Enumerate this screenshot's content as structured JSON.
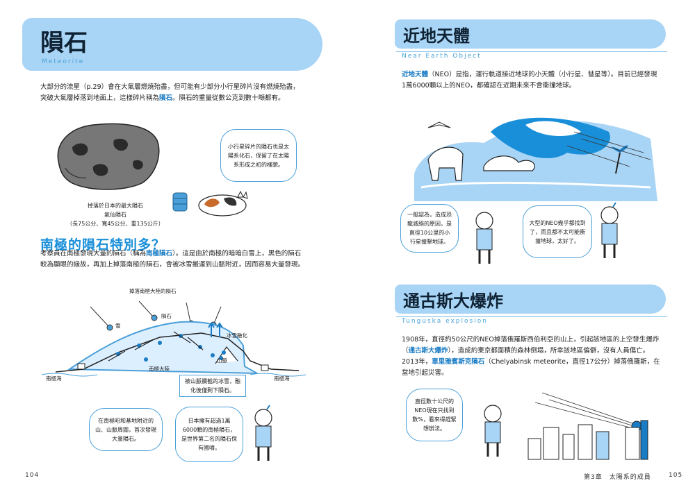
{
  "left_page": {
    "title": "隕石",
    "subtitle": "Meteorite",
    "intro_pre": "大部分的流星（p.29）會在大氣層燃燒殆盡，但可能有少部分小行星碎片沒有燃燒殆盡，突破大氣層掉落到地面上，這樣碎片稱為",
    "intro_hl": "隕石",
    "intro_post": "。隕石的重量從數公克到數十噸都有。",
    "bubble_fragment": "小行星碎片的隕石也是太陽系化石，保留了在太陽系形成之初的樣貌。",
    "meteorite_caption_line1": "掉落於日本的最大隕石",
    "meteorite_caption_line2": "氣仙隕石",
    "meteorite_caption_line3": "（長75公分、寬45公分、重135公斤）",
    "section_heading": "南極的隕石特別多？",
    "section_pre": "考察員在南極發現大量的隕石（稱為",
    "section_hl": "南極隕石",
    "section_post": "）。這是由於南極的暗暗白雪上，黑色的隕石較為顯眼的緣故，再加上掉落南極的隕石，會被冰雪搬運到山脈附近，因而容易大量發現。",
    "diagram": {
      "title": "掉落南極大陸的隕石",
      "label_meteorite": "隕石",
      "label_snow": "雪",
      "label_ice_melt": "冰雪融化",
      "label_mountain": "山脈",
      "label_continent": "南極大陸",
      "label_sea_left": "南極海",
      "label_sea_right": "南極海",
      "box_blocked": "被山脈攔截的冰雪，融化後僅剩下隕石。"
    },
    "bubble_discovery": "在南極昭和基地附近的山、山脈周圍，首次發現大量隕石。",
    "bubble_japan": "日本擁有超過1萬6000顆的南極隕石，是世界第二名的隕石保有國唷。",
    "page_number": "104"
  },
  "right_page": {
    "title_neo": "近地天體",
    "subtitle_neo": "Near Earth Object",
    "neo_hl": "近地天體",
    "neo_text": "（NEO）是指，運行軌道接近地球的小天體（小行星、彗星等）。目前已經發現1萬6000顆以上的NEO，都確認在近期未來不會衝撞地球。",
    "bubble_dino": "一般認為，造成恐龍滅絕的原因，是直徑10公里的小行星撞擊地球。",
    "bubble_big_neo": "大型的NEO幾乎都找到了，而且都不太可能衝撞地球，太好了。",
    "title_tung": "通古斯大爆炸",
    "subtitle_tung": "Tunguska explosion",
    "tung_pre": "1908年，直徑約50公尺的NEO掉落俄羅斯西伯利亞的山上，引起該地區的上空發生爆炸（",
    "tung_hl1": "通古斯大爆炸",
    "tung_mid": "），造成約東京都面積的森林倒塌，所幸該地區偏僻，沒有人員傷亡。2013年，",
    "tung_hl2": "車里雅賓斯克隕石",
    "tung_post": "（Chelyabinsk meteorite，直徑17公分）掉落俄羅斯，在當地引起災害。",
    "bubble_tens": "直徑數十公尺的NEO現在只找到數%，看來得趕緊想辦法。",
    "footer_chapter": "第3章　太陽系的成員",
    "page_number": "105"
  },
  "colors": {
    "tab_blue": "#a8d4f5",
    "accent_blue": "#1a8fd9",
    "highlight_blue": "#1a7cc4",
    "bubble_border": "#4a9fd8"
  }
}
